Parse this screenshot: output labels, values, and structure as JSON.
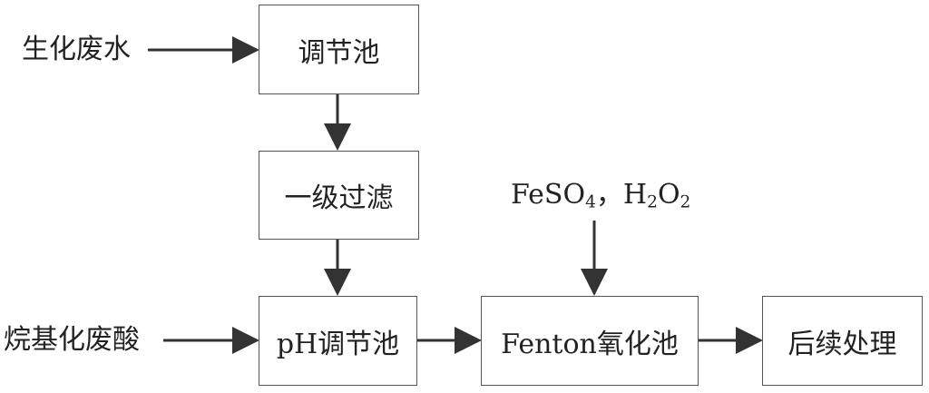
{
  "inputs": {
    "biochemical_wastewater": "生化废水",
    "alkylation_waste_acid": "烷基化废酸"
  },
  "reagents": {
    "feso_prefix": "FeSO",
    "feso_sub": "4",
    "sep": "，",
    "h_prefix": "H",
    "h_sub": "2",
    "o_prefix": "O",
    "o_sub": "2"
  },
  "nodes": {
    "regulating_tank": "调节池",
    "primary_filtration": "一级过滤",
    "ph_regulating_tank": "pH调节池",
    "fenton_oxidation_tank": "Fenton氧化池",
    "subsequent_treatment": "后续处理"
  }
}
